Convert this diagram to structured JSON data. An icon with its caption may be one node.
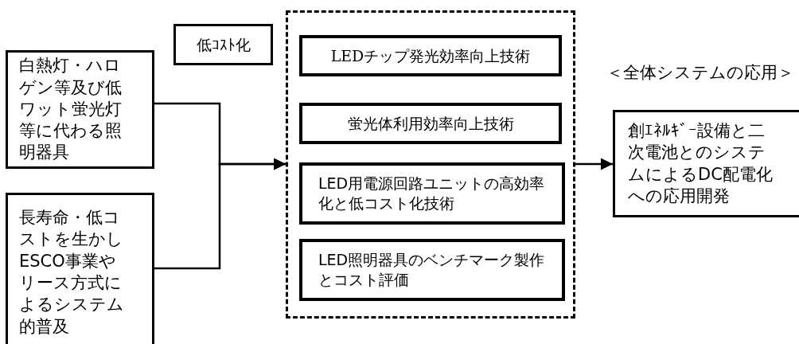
{
  "diagram": {
    "nodes": [
      {
        "text": [
          "白熱灯・ハロゲン等及び低ワット蛍光灯等に代わる照明器具"
        ]
      },
      {
        "text": [
          "長寿命・低コストを生かしESCO事業やリース方式によるシステム的普及"
        ]
      },
      {
        "text": [
          "低ｺｽﾄ化"
        ]
      },
      {
        "text": [],
        "shape": "box"
      },
      {
        "text": [
          "LEDチップ発光効率向上技術"
        ],
        "in": 3
      },
      {
        "text": [
          "蛍光体利用効率向上技術"
        ],
        "in": 3
      },
      {
        "text": [
          "LED用電源回路ユニットの高効率化と低コスト化技術"
        ],
        "in": 3
      },
      {
        "text": [
          "LED照明器具のベンチマーク製作とコスト評価"
        ],
        "in": 3
      },
      {
        "text": [
          "創ｴﾈﾙｷﾞｰ設備と二次電池とのシステムによるDC配電化への応用開発"
        ]
      }
    ],
    "edges": [
      {
        "from": 0,
        "to": 3,
        "arrow": "to"
      },
      {
        "from": 1,
        "to": 3,
        "arrow": "to"
      },
      {
        "from": 3,
        "to": 8,
        "arrow": "to"
      }
    ],
    "labels": [
      "＜全体システムの応用＞"
    ]
  }
}
